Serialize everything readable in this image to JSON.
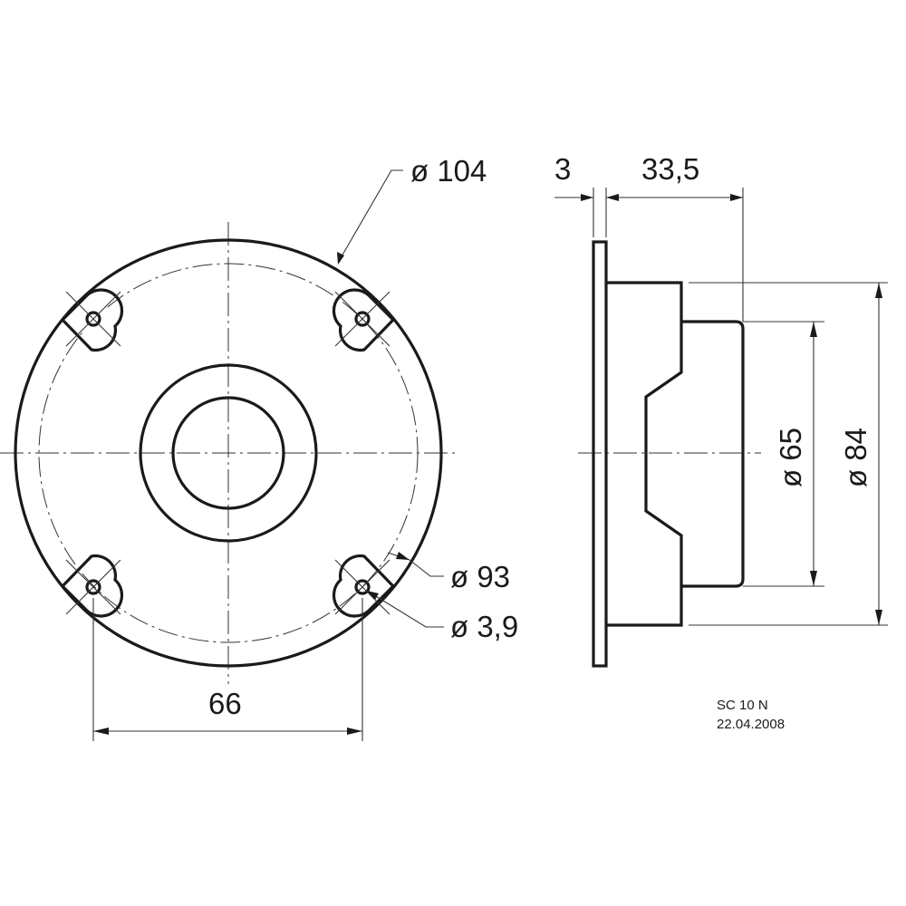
{
  "drawing": {
    "title": "SC 10 N",
    "date": "22.04.2008",
    "line_color": "#1a1a1a",
    "background": "#ffffff"
  },
  "front_view": {
    "dimensions": {
      "outer_diameter": "ø 104",
      "bolt_circle_diameter": "ø 93",
      "mounting_hole_diameter": "ø 3,9",
      "hole_spacing": "66"
    }
  },
  "side_view": {
    "dimensions": {
      "flange_thickness": "3",
      "depth": "33,5",
      "magnet_diameter": "ø 65",
      "housing_diameter": "ø 84"
    }
  }
}
